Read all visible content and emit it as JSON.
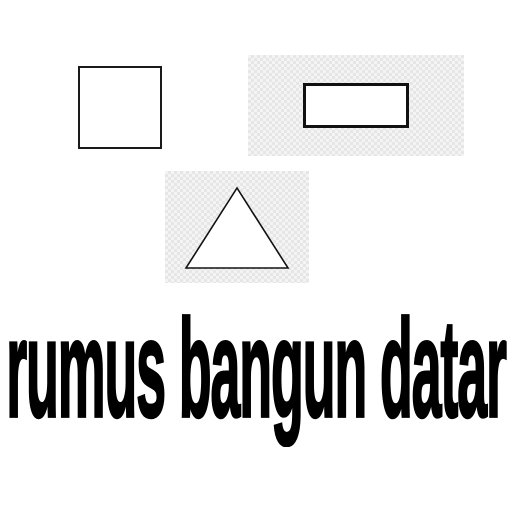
{
  "title": {
    "text": "rumus bangun datar"
  },
  "shapes": [
    {
      "kind": "square",
      "icon": "square-icon"
    },
    {
      "kind": "rectangle",
      "icon": "rectangle-icon"
    },
    {
      "kind": "triangle",
      "icon": "triangle-icon"
    }
  ],
  "colors": {
    "background": "#ffffff",
    "stroke": "#111111",
    "checker_light": "#f4f4f4",
    "checker_dark": "#e6e6e6",
    "text": "#000000"
  }
}
